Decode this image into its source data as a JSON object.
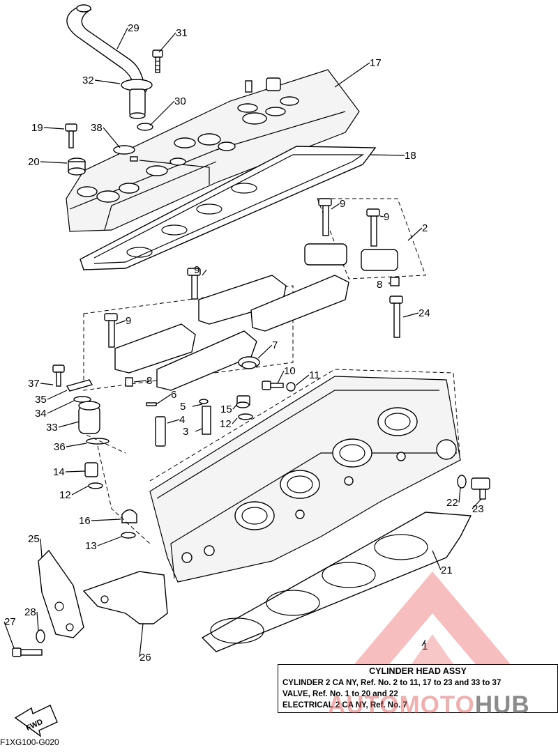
{
  "diagram": {
    "code": "F1XG100-G020",
    "fwd_label": "FWD",
    "callouts": [
      "29",
      "31",
      "32",
      "30",
      "17",
      "19",
      "38",
      "18",
      "20",
      "9",
      "9",
      "2",
      "9",
      "8",
      "24",
      "9",
      "7",
      "8",
      "37",
      "10",
      "11",
      "35",
      "6",
      "5",
      "15",
      "34",
      "4",
      "3",
      "12",
      "33",
      "36",
      "14",
      "12",
      "16",
      "22",
      "23",
      "13",
      "25",
      "21",
      "28",
      "27",
      "26",
      "1"
    ]
  },
  "legend": {
    "title": "CYLINDER HEAD ASSY",
    "lines": [
      "CYLINDER 2 CA NY, Ref. No. 2 to 11, 17 to 23 and 33 to 37",
      "VALVE, Ref. No. 1 to 20 and 22",
      "ELECTRICAL 2 CA NY, Ref. No. 7"
    ]
  },
  "watermark": {
    "part1": "AUTOMOTO",
    "part2": "HUB"
  }
}
